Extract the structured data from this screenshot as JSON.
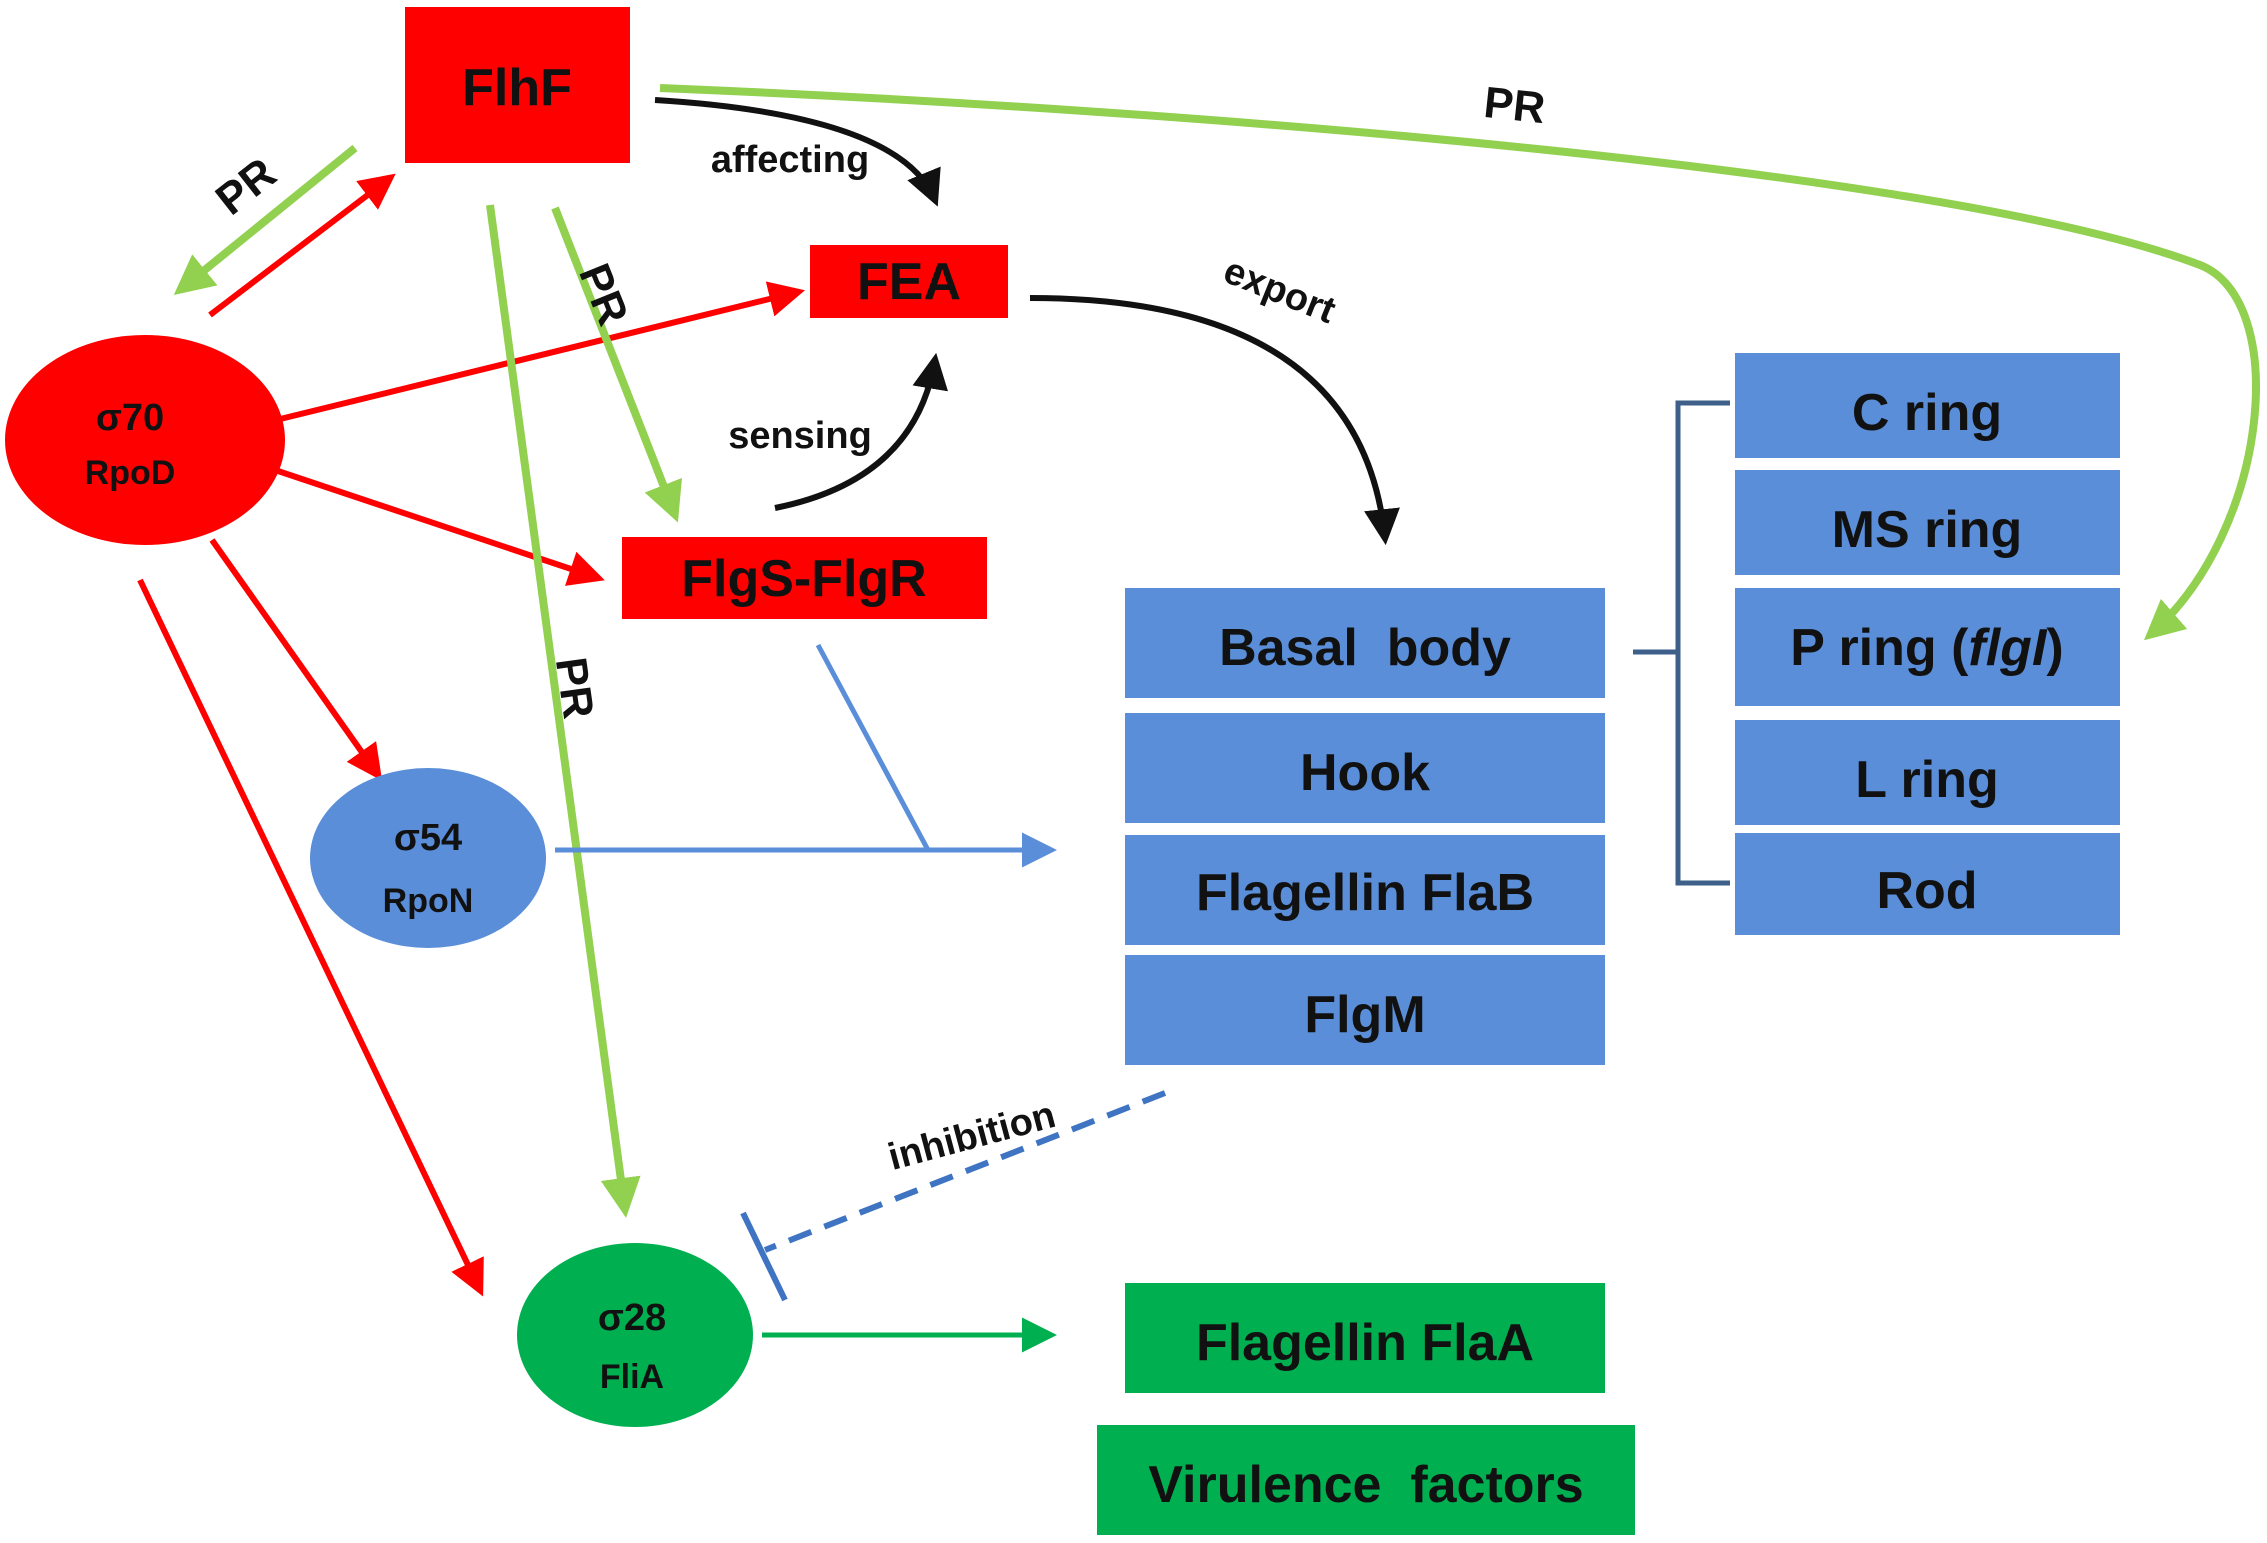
{
  "colors": {
    "red": "#ff0000",
    "blue": "#5a8ed8",
    "green": "#00b050",
    "light_green": "#92d050",
    "black": "#111111",
    "bracket": "#3d5f8a"
  },
  "nodes": {
    "flhf": "FlhF",
    "fea": "FEA",
    "flgs_flgr": "FlgS-FlgR",
    "sigma70": {
      "name": "σ70",
      "gene": "RpoD"
    },
    "sigma54": {
      "name": "σ54",
      "gene": "RpoN"
    },
    "sigma28": {
      "name": "σ28",
      "gene": "FliA"
    },
    "basal_body": "Basal  body",
    "hook": "Hook",
    "flagellin_flab": "Flagellin FlaB",
    "flgm": "FlgM",
    "c_ring": "C ring",
    "ms_ring": "MS ring",
    "p_ring": {
      "prefix": "P ring (",
      "gene": "flgI",
      "suffix": ")"
    },
    "l_ring": "L ring",
    "rod": "Rod",
    "flagellin_flaa": "Flagellin FlaA",
    "virulence": "Virulence  factors"
  },
  "edge_labels": {
    "pr": "PR",
    "affecting": "affecting",
    "export": "export",
    "sensing": "sensing",
    "inhibition": "inhibition"
  }
}
